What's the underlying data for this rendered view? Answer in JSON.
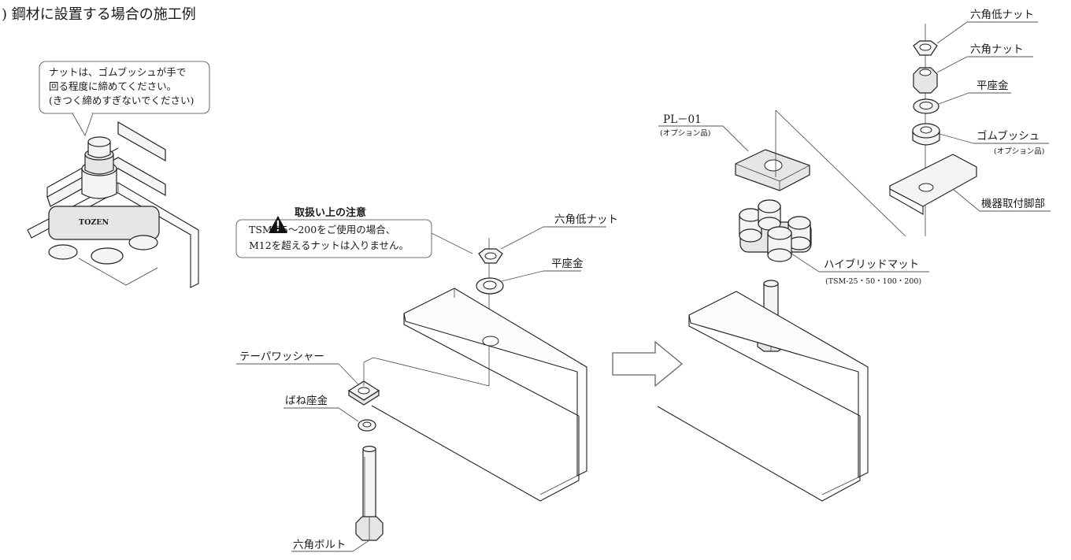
{
  "title": ") 鋼材に設置する場合の施工例",
  "detail_note": {
    "line1": "ナットは、ゴムブッシュが手で",
    "line2": "回る程度に締めてください。",
    "line3": "(きつく締めすぎないでください)"
  },
  "caution": {
    "heading": "取扱い上の注意",
    "line1": "TSM-25～200をご使用の場合、",
    "line2": "M12を超えるナットは入りません。"
  },
  "middle_labels": {
    "low_hex_nut": "六角低ナット",
    "flat_washer": "平座金",
    "taper_washer": "テーパワッシャー",
    "spring_washer": "ばね座金",
    "hex_bolt": "六角ボルト"
  },
  "right_labels": {
    "pl01": "PL－01",
    "pl01_sub": "(オプション品)",
    "low_hex_nut": "六角低ナット",
    "hex_nut": "六角ナット",
    "flat_washer": "平座金",
    "rubber_bush": "ゴムブッシュ",
    "rubber_bush_sub": "(オプション品)",
    "mount_foot": "機器取付脚部",
    "hybrid_mat": "ハイブリッドマット",
    "hybrid_mat_sub": "(TSM-25・50・100・200)"
  },
  "product_mark": "TOZEN",
  "icons": {
    "warning": "warning-icon",
    "arrow": "right-arrow-icon"
  }
}
